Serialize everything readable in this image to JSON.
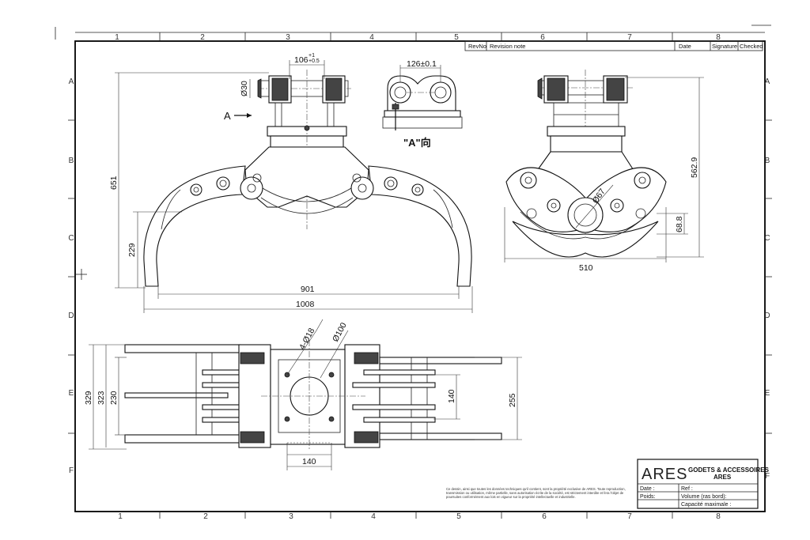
{
  "grid": {
    "columns": [
      "1",
      "2",
      "3",
      "4",
      "5",
      "6",
      "7",
      "8"
    ],
    "rows": [
      "A",
      "B",
      "C",
      "D",
      "E",
      "F"
    ]
  },
  "revision_header": {
    "revno": "RevNo",
    "note": "Revision note",
    "date": "Date",
    "signature": "Signature",
    "checked": "Checked"
  },
  "views": {
    "front": {
      "arrow_label": "A",
      "dims": {
        "top_width": "106",
        "top_tol_up": "+1",
        "top_tol_down": "+0.5",
        "pin_dia": "Ø30",
        "height": "651",
        "lower_height": "229",
        "inner_width": "901",
        "overall_width": "1008"
      }
    },
    "direction_a": {
      "title": "\"A\"向",
      "dims": {
        "pin_spacing": "126±0.1"
      }
    },
    "side": {
      "dims": {
        "height": "562.9",
        "rotator_dia": "Ø67",
        "small_height": "68.8",
        "width": "510"
      }
    },
    "plan": {
      "dims": {
        "holes": "4-Ø18",
        "circle_dia": "Ø100",
        "h329": "329",
        "h323": "323",
        "h230": "230",
        "square": "140",
        "right_inner": "140",
        "right_height": "255"
      }
    }
  },
  "title_block": {
    "brand_logo": "ARES",
    "brand_line1": "GODETS & ACCESSOIRES",
    "brand_line2": "ARES",
    "date_label": "Date :",
    "ref_label": "Ref :",
    "poids_label": "Poids:",
    "volume_label": "Volume (ras bord):",
    "capacite_label": "Capacité maximale :"
  },
  "disclaimer": "Ce dessin, ainsi que toutes les données techniques qu'il contient, sont la propriété exclusive de ARES. Toute reproduction, transmission ou utilisation, même partielle, sans autorisation écrite de la société, est strictement interdite et fera l'objet de poursuites conformément aux lois en vigueur sur la propriété intellectuelle et industrielle."
}
